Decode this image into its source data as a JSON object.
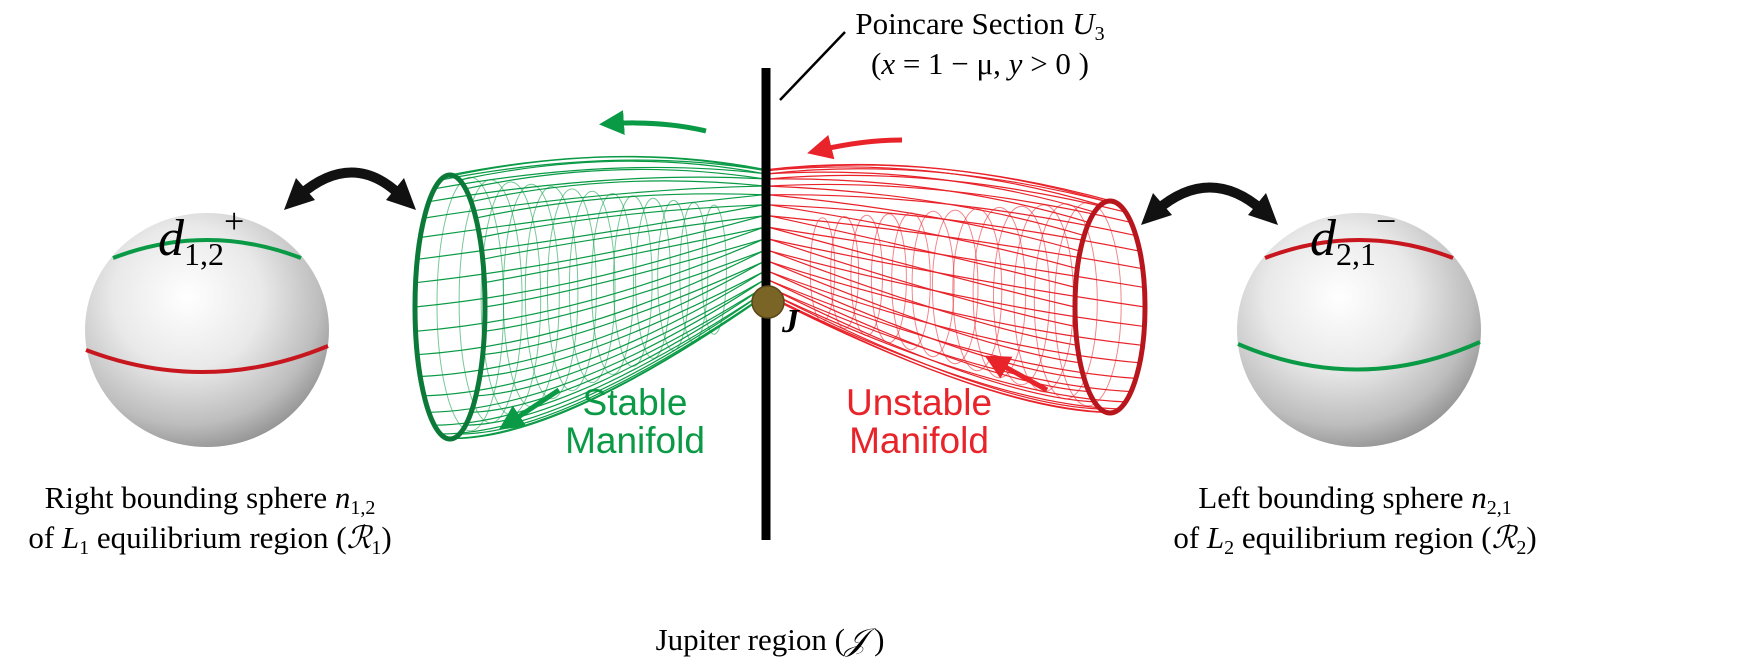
{
  "poincare": {
    "title": "Poincare Section",
    "symbol": "U",
    "symbol_sub": "3",
    "cond_x": "x",
    "cond_mid": " = 1 − μ, ",
    "cond_y": "y",
    "cond_end": " > 0 )",
    "open_paren": "("
  },
  "jupiter_point": {
    "label": "J"
  },
  "jupiter_region": {
    "text": "Jupiter region (",
    "script_letter": "𝒥",
    "close": " )"
  },
  "stable": {
    "line1": "Stable",
    "line2": "Manifold",
    "color": "#0a9a45"
  },
  "unstable": {
    "line1": "Unstable",
    "line2": "Manifold",
    "color": "#e8232a"
  },
  "left_sphere": {
    "label_base": "d",
    "label_sub": "1,2",
    "label_sup": "+",
    "caption_line1_text": "Right bounding sphere ",
    "caption_line1_sym": "n",
    "caption_line1_sub": "1,2",
    "caption_line2_pre": "of ",
    "caption_line2_L": "L",
    "caption_line2_Lsub": "1",
    "caption_line2_mid": " equilibrium region (",
    "caption_line2_R": "ℛ",
    "caption_line2_Rsub": "1",
    "caption_line2_end": ")"
  },
  "right_sphere": {
    "label_base": "d",
    "label_sub": "2,1",
    "label_sup": "−",
    "caption_line1_text": "Left bounding sphere ",
    "caption_line1_sym": "n",
    "caption_line1_sub": "2,1",
    "caption_line2_pre": "of ",
    "caption_line2_L": "L",
    "caption_line2_Lsub": "2",
    "caption_line2_mid": " equilibrium region (",
    "caption_line2_R": "ℛ",
    "caption_line2_Rsub": "2",
    "caption_line2_end": ")"
  },
  "colors": {
    "green": "#0a9a45",
    "green_dark": "#0b7a38",
    "red": "#e8232a",
    "red_dark": "#b8161c",
    "section_line": "#000000",
    "jupiter_dot": "#7a6426"
  }
}
